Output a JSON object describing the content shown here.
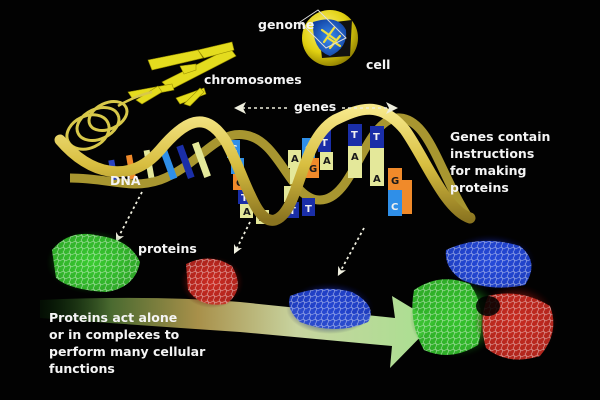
{
  "diagram": {
    "type": "biology-illustration",
    "background": "#020202",
    "labels": {
      "genome": "genome",
      "cell": "cell",
      "chromosomes": "chromosomes",
      "genes": "genes",
      "dna": "DNA",
      "proteins": "proteins"
    },
    "captions": {
      "genes_caption": [
        "Genes contain",
        "instructions",
        "for making",
        "proteins"
      ],
      "proteins_caption": [
        "Proteins act alone",
        "or in complexes to",
        "perform many cellular",
        "functions"
      ]
    },
    "dna_bases": {
      "segment_1": [
        "C",
        "C",
        "G",
        "T",
        "A",
        "A"
      ],
      "segment_2": [
        "C",
        "T",
        "A",
        "G",
        "A",
        "A",
        "T",
        "T"
      ],
      "segment_3": [
        "T",
        "A",
        "T",
        "A",
        "G",
        "C"
      ]
    },
    "colors": {
      "ribbon_yellow": "#e8d25a",
      "chromosome_yellow": "#e6e020",
      "cell_blue": "#1e6fd6",
      "base_dark_blue": "#1a2ea8",
      "base_light_blue": "#2f8fe8",
      "base_orange": "#f08a2a",
      "base_pale_yellow": "#e4e89a",
      "protein_green": "#3fdc3a",
      "protein_red": "#d8342a",
      "protein_blue": "#2448d8",
      "arrow_start": "#7a6a3a",
      "arrow_end": "#b8e8a0"
    },
    "nodes": [
      {
        "id": "cell",
        "label": "cell"
      },
      {
        "id": "genome",
        "label": "genome"
      },
      {
        "id": "chromosomes",
        "label": "chromosomes"
      },
      {
        "id": "dna",
        "label": "DNA"
      },
      {
        "id": "genes",
        "label": "genes"
      },
      {
        "id": "proteins",
        "label": "proteins"
      },
      {
        "id": "protein-complex",
        "label": ""
      }
    ],
    "edges": [
      {
        "from": "dna",
        "to": "protein-green",
        "style": "dotted-arrow"
      },
      {
        "from": "dna",
        "to": "protein-red",
        "style": "dotted-arrow"
      },
      {
        "from": "dna",
        "to": "protein-blue",
        "style": "dotted-arrow"
      },
      {
        "from": "proteins",
        "to": "protein-complex",
        "style": "gradient-arrow"
      }
    ]
  }
}
